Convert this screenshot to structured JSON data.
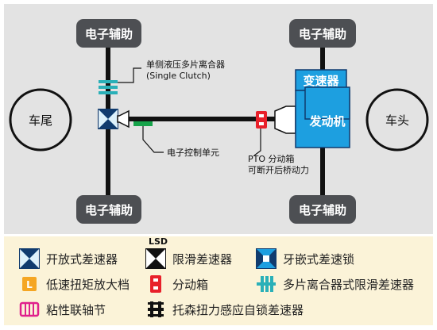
{
  "diagram": {
    "aux_labels": [
      "电子辅助",
      "电子辅助",
      "电子辅助",
      "电子辅助"
    ],
    "rear_wheel": "车尾",
    "front_wheel": "车头",
    "clutch_label": [
      "单侧液压多片离合器",
      "(Single Clutch)"
    ],
    "ecu_label": "电子控制单元",
    "pto_label": [
      "PTO 分动箱",
      "可断开后桥动力"
    ],
    "transmission": "变速器",
    "engine": "发动机"
  },
  "legend": {
    "lsd_tag": "LSD",
    "items": [
      {
        "label": "开放式差速器",
        "icon": "open-differential-icon"
      },
      {
        "label": "限滑差速器",
        "icon": "limited-slip-differential-icon"
      },
      {
        "label": "牙嵌式差速锁",
        "icon": "dog-clutch-locker-icon"
      },
      {
        "label": "低速扭矩放大档",
        "icon": "low-range-icon"
      },
      {
        "label": "分动箱",
        "icon": "transfer-case-icon"
      },
      {
        "label": "多片离合器式限滑差速器",
        "icon": "multi-plate-clutch-lsd-icon"
      },
      {
        "label": "粘性联轴节",
        "icon": "viscous-coupling-icon"
      },
      {
        "label": "托森扭力感应自锁差速器",
        "icon": "torsen-differential-icon"
      }
    ]
  },
  "colors": {
    "panel": "#e3e3e3",
    "aux_box": "#4d4f53",
    "blue": "#1d9fe0",
    "navy": "#103b6e",
    "red": "#e8202a",
    "green": "#16a34a",
    "teal": "#2ab0b8",
    "orange": "#f5a623",
    "magenta": "#e0208c"
  }
}
